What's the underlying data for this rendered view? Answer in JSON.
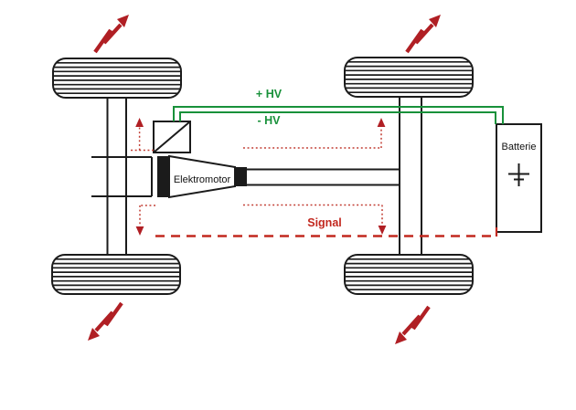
{
  "labels": {
    "hv_plus": "+ HV",
    "hv_minus": "- HV",
    "signal": "Signal",
    "electric_motor": "Elektromotor",
    "battery": "Batterie"
  },
  "colors": {
    "background": "#ffffff",
    "outline": "#1b1b1b",
    "hv_line": "#18913a",
    "signal_line": "#c2281f",
    "signal_dotted": "#c0392f",
    "lightning": "#b01f24"
  },
  "icons": [
    "wheel-icon",
    "lightning-arrow-icon",
    "inverter-box-icon",
    "electric-motor-icon",
    "drive-shaft-icon",
    "gearbox-icon",
    "battery-cell-icon",
    "signal-arrow-icon"
  ]
}
